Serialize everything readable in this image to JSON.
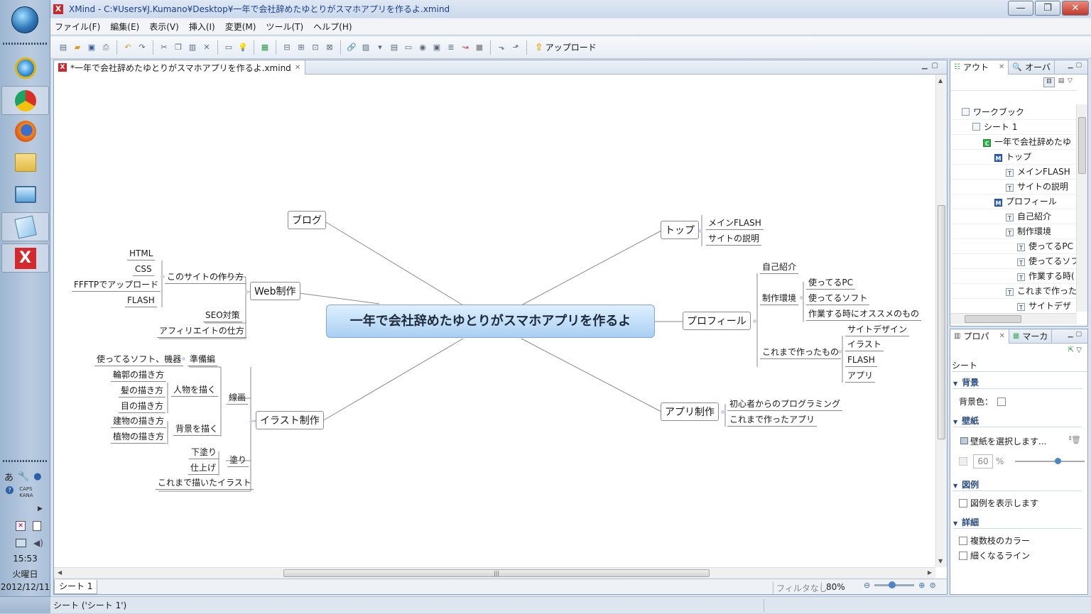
{
  "taskbar": {
    "clock_time": "15:53",
    "clock_day": "火曜日",
    "clock_date": "2012/12/11",
    "ime_label": "あ",
    "caps_label": "CAPS",
    "kana_label": "KANA"
  },
  "window": {
    "title": "XMind - C:¥Users¥J.Kumano¥Desktop¥一年で会社辞めたゆとりがスマホアプリを作るよ.xmind",
    "icon_letter": "X",
    "minimize": "—",
    "maximize": "❐",
    "close": "✕"
  },
  "menu": [
    "ファイル(F)",
    "編集(E)",
    "表示(V)",
    "挿入(I)",
    "変更(M)",
    "ツール(T)",
    "ヘルプ(H)"
  ],
  "toolbar": {
    "upload_label": "アップロード"
  },
  "editor": {
    "tab_label": "*一年で会社辞めたゆとりがスマホアプリを作るよ.xmind",
    "sheet_tab": "シート 1",
    "filter_label": "フィルタなし",
    "zoom_label": "80%"
  },
  "mindmap": {
    "central": "一年で会社辞めたゆとりがスマホアプリを作るよ",
    "blog": "ブログ",
    "web": "Web制作",
    "web_howto": "このサイトの作り方",
    "web_html": "HTML",
    "web_css": "CSS",
    "web_ffftp": "FFFTPでアップロード",
    "web_flash": "FLASH",
    "web_seo": "SEO対策",
    "web_affiliate": "アフィリエイトの仕方",
    "illust": "イラスト制作",
    "il_prep": "準備編",
    "il_soft": "使ってるソフト、機器",
    "il_line": "線画",
    "il_person": "人物を描く",
    "il_outline": "輪郭の描き方",
    "il_hair": "髪の描き方",
    "il_eye": "目の描き方",
    "il_bg": "背景を描く",
    "il_building": "建物の描き方",
    "il_plant": "植物の描き方",
    "il_paint": "塗り",
    "il_base": "下塗り",
    "il_finish": "仕上げ",
    "il_past": "これまで描いたイラスト",
    "top": "トップ",
    "top_flash": "メインFLASH",
    "top_about": "サイトの説明",
    "profile": "プロフィール",
    "pr_intro": "自己紹介",
    "pr_env": "制作環境",
    "pr_pc": "使ってるPC",
    "pr_soft": "使ってるソフト",
    "pr_reco": "作業する時にオススメのもの",
    "pr_made": "これまで作ったもの",
    "pr_design": "サイトデザイン",
    "pr_illust": "イラスト",
    "pr_flash": "FLASH",
    "pr_app": "アプリ",
    "app": "アプリ制作",
    "app_begin": "初心者からのプログラミング",
    "app_past": "これまで作ったアプリ"
  },
  "outline_panel": {
    "tab1": "アウト",
    "tab2": "オーバ",
    "rows": [
      {
        "icon": "W",
        "label": "ワークブック"
      },
      {
        "icon": "S",
        "label": "シート 1"
      },
      {
        "icon": "C",
        "label": "一年で会社辞めたゆ"
      },
      {
        "icon": "M",
        "label": "トップ"
      },
      {
        "icon": "T",
        "label": "メインFLASH"
      },
      {
        "icon": "T",
        "label": "サイトの説明"
      },
      {
        "icon": "M",
        "label": "プロフィール"
      },
      {
        "icon": "T",
        "label": "自己紹介"
      },
      {
        "icon": "T",
        "label": "制作環境"
      },
      {
        "icon": "T",
        "label": "使ってるPC"
      },
      {
        "icon": "T",
        "label": "使ってるソフ"
      },
      {
        "icon": "T",
        "label": "作業する時("
      },
      {
        "icon": "T",
        "label": "これまで作った"
      },
      {
        "icon": "T",
        "label": "サイトデザ"
      }
    ]
  },
  "props_panel": {
    "tab1": "プロパ",
    "tab2": "マーカ",
    "heading": "シート",
    "sec_bg": "背景",
    "bg_color_label": "背景色：",
    "sec_wallpaper": "壁紙",
    "wallpaper_select": "壁紙を選択します...",
    "opacity_value": "60",
    "opacity_unit": "%",
    "sec_legend": "図例",
    "legend_show": "図例を表示します",
    "sec_detail": "詳細",
    "multi_color": "複数枝のカラー",
    "taper_line": "細くなるライン"
  },
  "status": {
    "text": "シート ('シート 1')"
  }
}
